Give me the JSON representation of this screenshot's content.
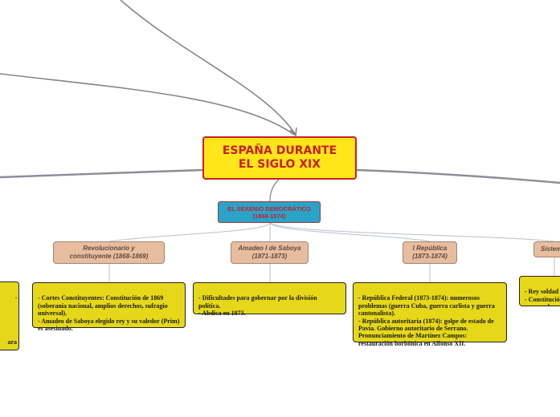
{
  "root": {
    "title": "ESPAÑA DURANTE EL SIGLO XIX"
  },
  "sexenio": {
    "label": "EL SEXENIO DEMOCRÁTICO (1868-1874)"
  },
  "topics": [
    {
      "label": "Revolucionario y constituyente (1868-1869)"
    },
    {
      "label": "Amadeo I de Saboya (1871-1873)"
    },
    {
      "label": "I República (1873-1874)"
    },
    {
      "label": "Sistem"
    }
  ],
  "notes": [
    {
      "text": "- Cortes Constituyentes: Constitución de 1869 (soberanía nacional, amplios derechos, sufragio universal).\n- Amadeo de Saboya elegido rey y su valedor (Prim) es asesinado."
    },
    {
      "text": "- Dificultades para gobernar por la división política.\n- Abdica en 1873."
    },
    {
      "text": "- República Federal (1873-1874): numerosos problemas (guerra Cuba, guerra carlista y guerra cantonalista).\n- República autoritaria (1874): golpe de estado de Pavía. Gobierno autoritario de Serrano. Pronunciamiento de Martínez Campos: restauración borbónica en Alfonso XII."
    },
    {
      "text": "- Rey soldad\n- Constitució\nescasos derec"
    }
  ],
  "edge_note": {
    "lines": [
      ".",
      "",
      "",
      "ara",
      "a"
    ]
  },
  "colors": {
    "root_fill": "#ffe619",
    "root_text": "#c8202a",
    "sexenio_fill": "#2aa3c9",
    "topic_fill": "#e8bd9d",
    "note_fill": "#e6d819",
    "connector": "#888888"
  }
}
